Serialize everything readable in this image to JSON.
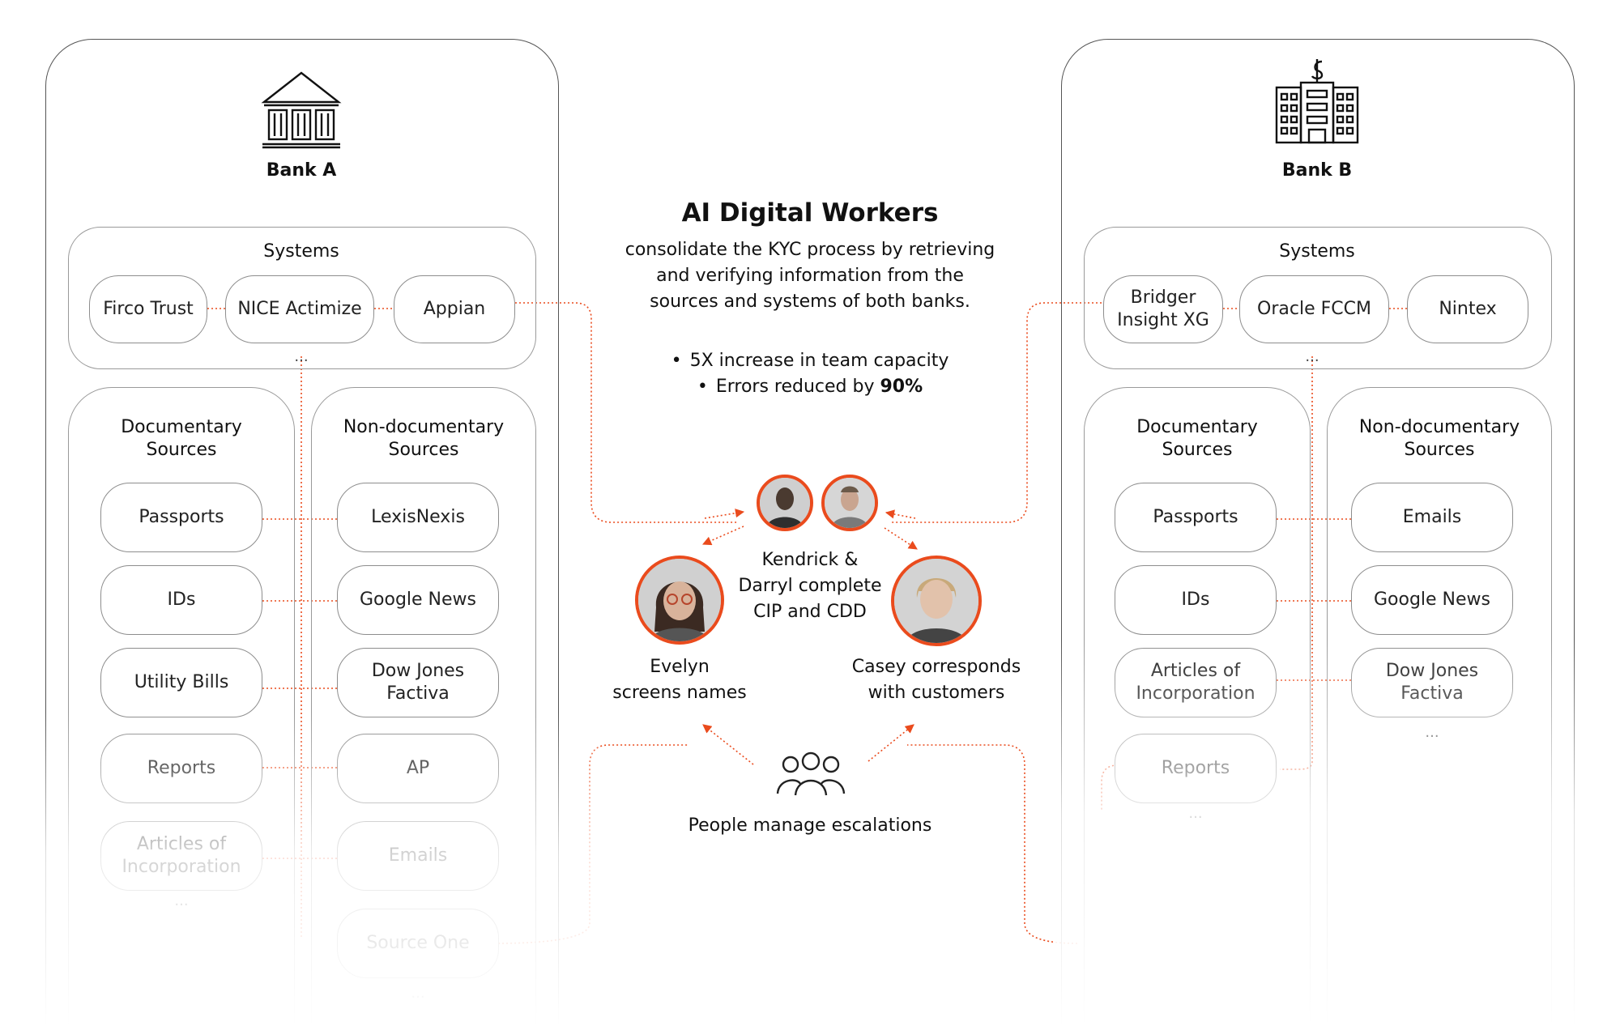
{
  "center": {
    "title": "AI Digital Workers",
    "description": [
      "consolidate the KYC process by retrieving",
      "and verifying information from the",
      "sources and systems of both banks."
    ],
    "bullets": [
      "5X increase in team capacity",
      "Errors reduced by "
    ],
    "bullet_emphasis": "90%",
    "kendrick_darryl": [
      "Kendrick &",
      "Darryl complete",
      "CIP and CDD"
    ],
    "evelyn": [
      "Evelyn",
      "screens names"
    ],
    "casey": [
      "Casey corresponds",
      "with customers"
    ],
    "people": "People manage escalations"
  },
  "bank_a": {
    "name": "Bank A",
    "systems_title": "Systems",
    "systems": [
      "Firco Trust",
      "NICE Actimize",
      "Appian"
    ],
    "doc_title": [
      "Documentary",
      "Sources"
    ],
    "doc_sources": [
      "Passports",
      "IDs",
      "Utility Bills",
      "Reports",
      [
        "Articles of",
        "Incorporation"
      ]
    ],
    "nondoc_title": [
      "Non-documentary",
      "Sources"
    ],
    "nondoc_sources": [
      "LexisNexis",
      "Google News",
      [
        "Dow Jones",
        "Factiva"
      ],
      "AP",
      "Emails",
      "Source One"
    ],
    "ellipsis": "..."
  },
  "bank_b": {
    "name": "Bank B",
    "systems_title": "Systems",
    "systems": [
      [
        "Bridger",
        "Insight XG"
      ],
      "Oracle FCCM",
      "Nintex"
    ],
    "doc_title": [
      "Documentary",
      "Sources"
    ],
    "doc_sources": [
      "Passports",
      "IDs",
      [
        "Articles of",
        "Incorporation"
      ],
      "Reports"
    ],
    "nondoc_title": [
      "Non-documentary",
      "Sources"
    ],
    "nondoc_sources": [
      "Emails",
      "Google News",
      [
        "Dow Jones",
        "Factiva"
      ]
    ],
    "ellipsis": "..."
  },
  "colors": {
    "accent": "#ea4b1d",
    "border": "#9a9a9a",
    "text": "#1a1a1a"
  },
  "icons": [
    "bank-icon",
    "office-building-icon",
    "people-group-icon"
  ]
}
